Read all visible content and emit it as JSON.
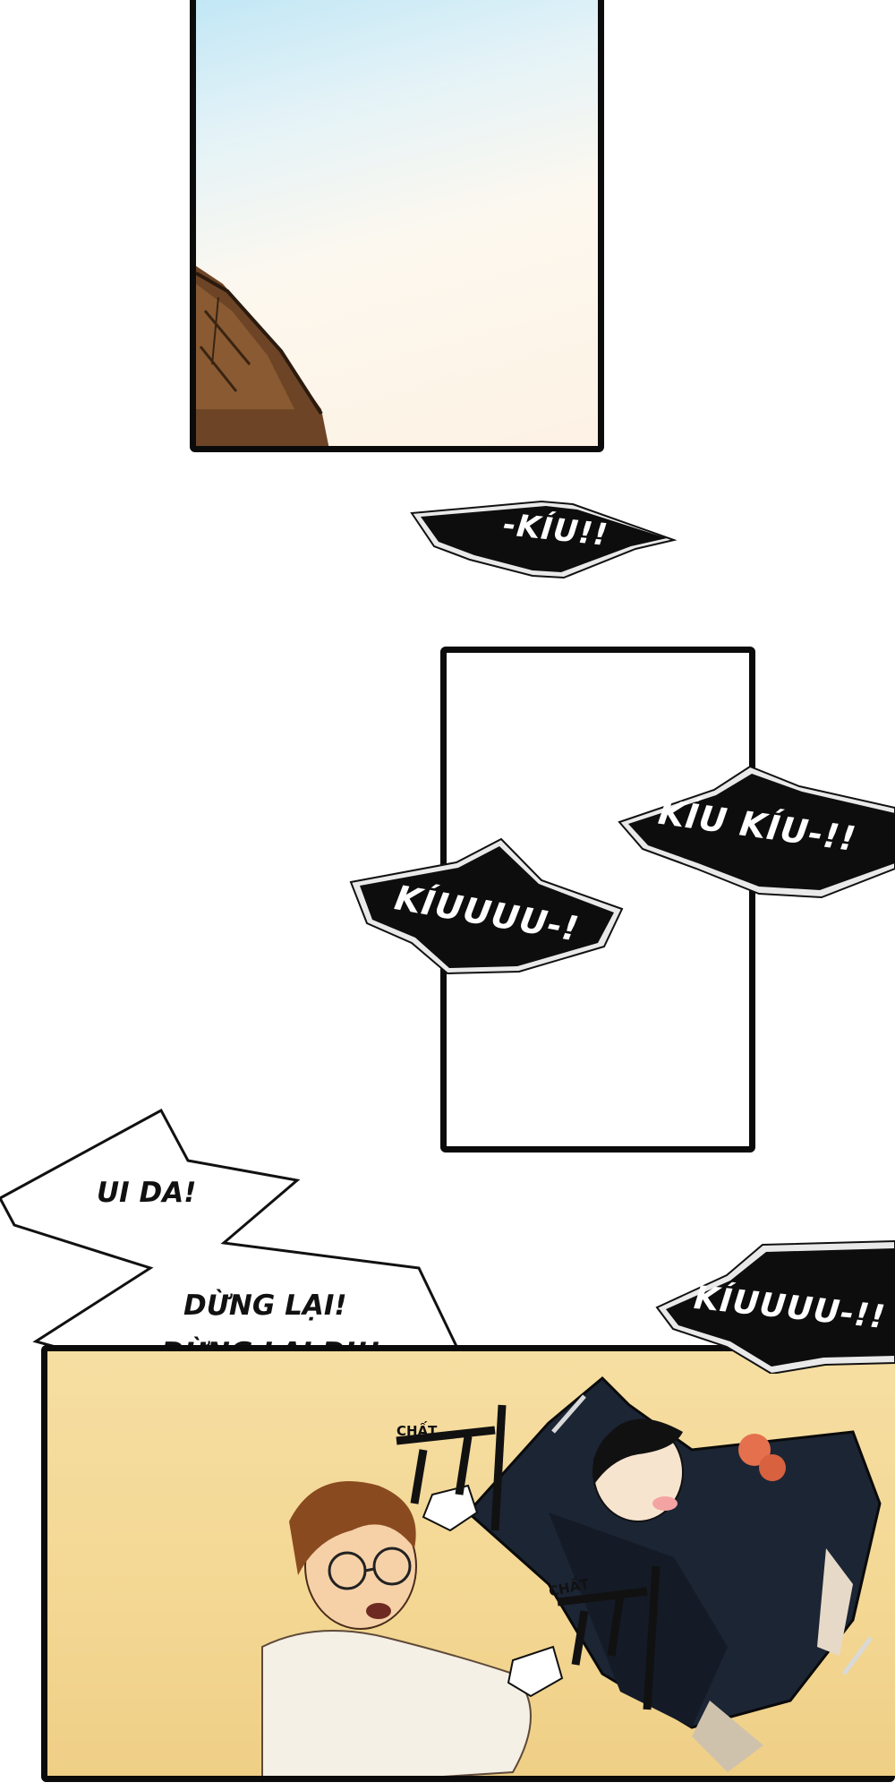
{
  "panels": {
    "sky": {
      "name": "sky-panel"
    },
    "blank": {
      "name": "blank-panel"
    },
    "scene": {
      "name": "scene-panel"
    }
  },
  "sfx": {
    "kiu_1": "-KÍU!!",
    "kiu_kiu": "KÍU KÍU-!!",
    "kiuuuu_1": "KÍUUUU-!",
    "kiuuuu_2": "KÍUUUU-!!"
  },
  "speech": {
    "line_1": "UI DA!",
    "line_2": "DỪNG LẠI!",
    "line_3": "DỪNG LẠI ĐI!!"
  },
  "scene_sfx": {
    "chat_1": "CHẤT",
    "chat_2": "CHẤT"
  },
  "colors": {
    "panel_border": "#0b0b0b",
    "scene_background": "#f3d793",
    "sfx_burst": "#0d0d0d"
  }
}
